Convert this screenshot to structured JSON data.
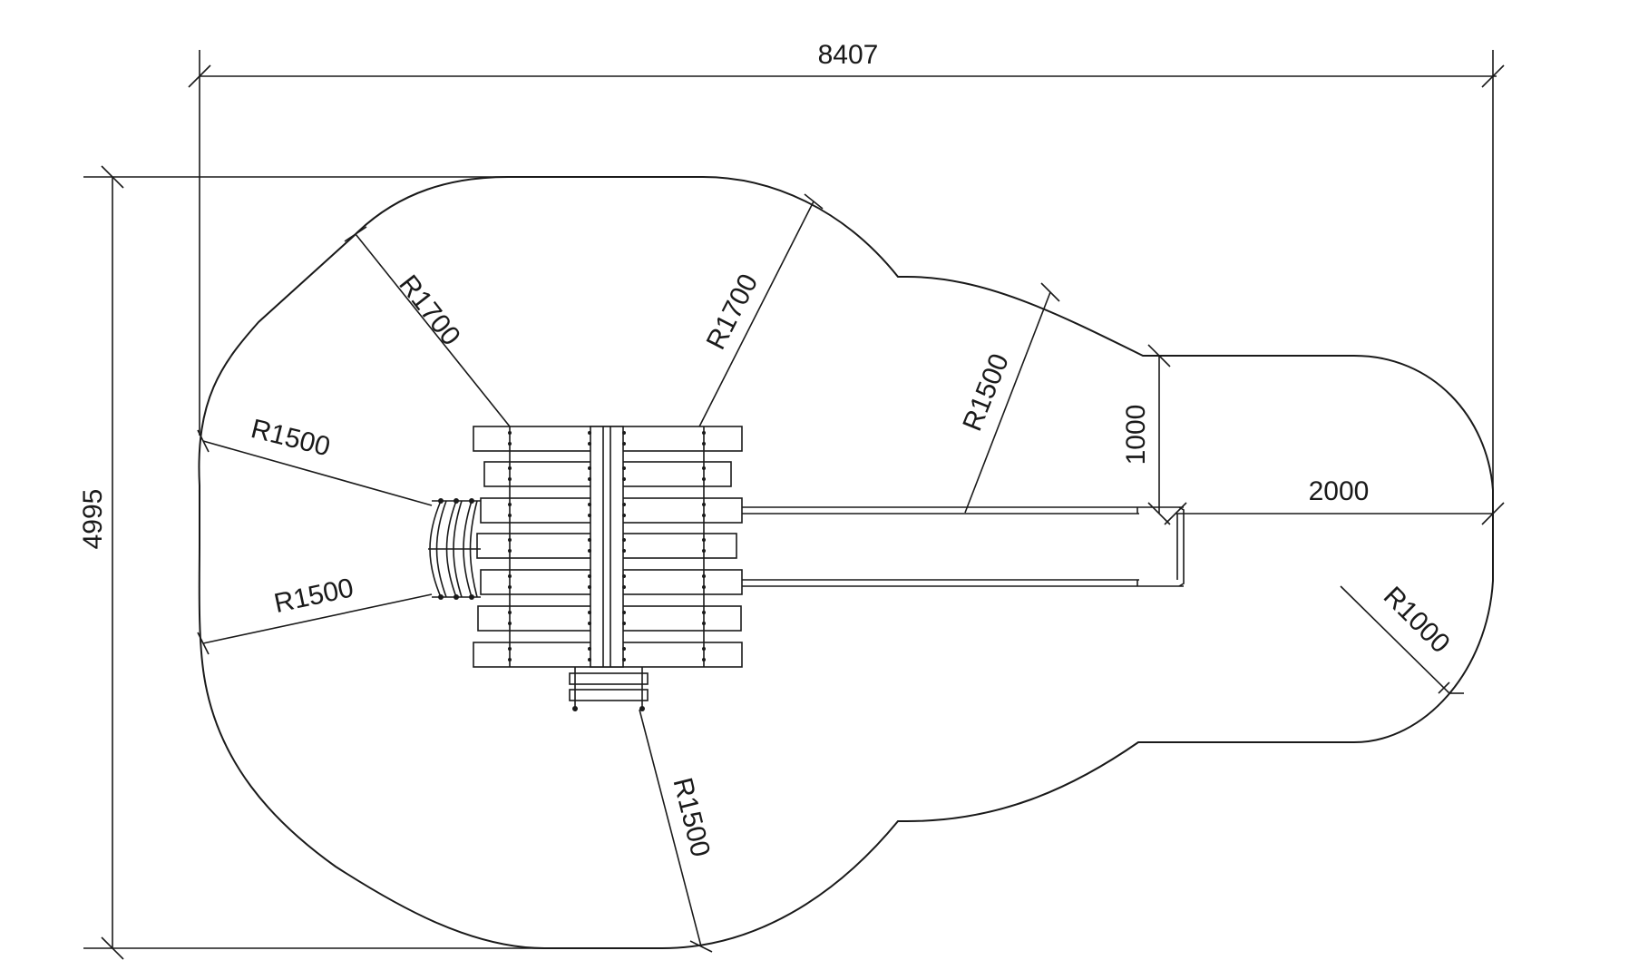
{
  "dimensions": {
    "overall_width": "8407",
    "overall_height": "4995",
    "slide_offset": "1000",
    "slide_runout": "2000"
  },
  "radii": {
    "top_left": "R1700",
    "top_middle": "R1700",
    "left_upper": "R1500",
    "left_lower": "R1500",
    "middle_right": "R1500",
    "bottom": "R1500",
    "right": "R1000"
  },
  "colors": {
    "line": "#1a1a1a",
    "background": "#ffffff"
  }
}
